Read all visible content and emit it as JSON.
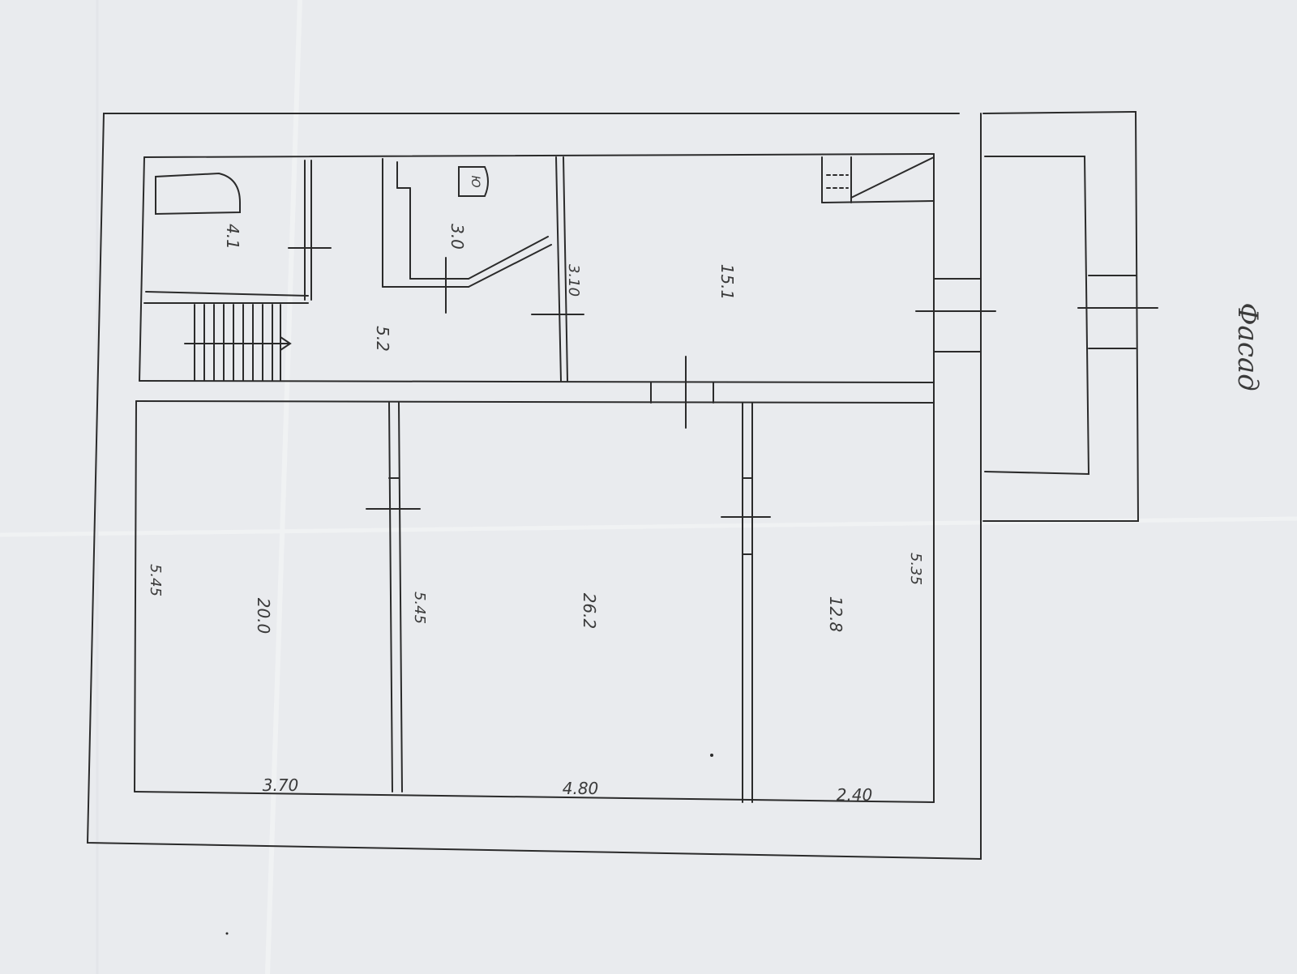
{
  "drawing": {
    "ink_color": "#2b2b2b",
    "paper_color": "#e9ebee",
    "facade_label": "Фасад",
    "rooms": [
      {
        "id": "bath",
        "area": "4.1"
      },
      {
        "id": "wc",
        "area": "3.0"
      },
      {
        "id": "hall",
        "area": "5.2"
      },
      {
        "id": "kitchen",
        "area": "15.1"
      },
      {
        "id": "room-left",
        "area": "20.0"
      },
      {
        "id": "room-middle",
        "area": "26.2"
      },
      {
        "id": "room-right",
        "area": "12.8"
      }
    ],
    "dimensions": {
      "kitchen_wall": "3.10",
      "left_height": "5.45",
      "middle_height": "5.45",
      "right_height": "5.35",
      "left_width": "3.70",
      "middle_width": "4.80",
      "right_width": "2.40"
    },
    "fixtures": {
      "toilet_tag": "Ю"
    }
  }
}
